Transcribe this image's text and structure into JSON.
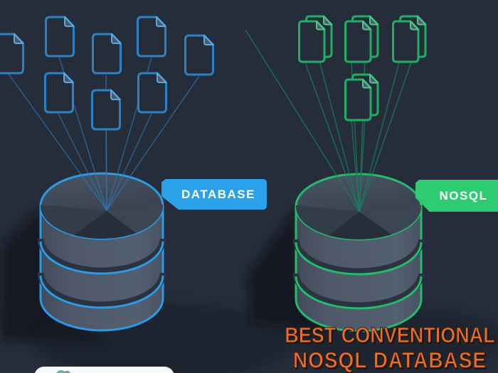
{
  "diagram_title": "database vs nosql comparison diagram",
  "left_panel": {
    "tag_label": "DATABASE",
    "tag_color": "#2aa1e8",
    "doc_icon": "document-icon",
    "document_count": 8,
    "doc_outline_color": "#2c82c4",
    "line_color": "#2e74b0",
    "cylinder_outline_color": "#2b9ce4"
  },
  "right_panel": {
    "tag_label": "NOSQL",
    "tag_color": "#2ecc71",
    "doc_icon": "document-stack-icon",
    "document_stack_count": 4,
    "doc_outline_color": "#1fae64",
    "line_color": "#1b7f60",
    "cylinder_outline_color": "#25bb6c"
  },
  "caption": {
    "line1": "BEST CONVENTIONAL",
    "line2": "NOSQL DATABASE",
    "color": "#ed6e2b"
  },
  "background_color": "#252d3a",
  "cylinder_body_color": "#4e5869",
  "watermark": {
    "description": "white rounded logo box, mostly cropped at bottom edge"
  }
}
